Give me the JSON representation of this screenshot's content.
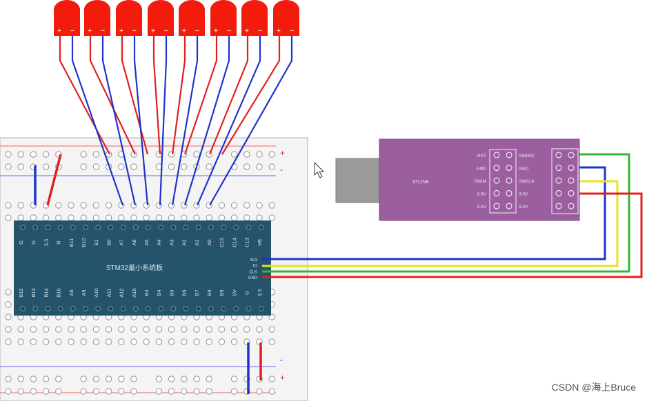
{
  "leds": {
    "count": 8,
    "color": "#f21b0c",
    "plus": "+",
    "minus": "−"
  },
  "breadboard": {
    "rail_plus": "+",
    "rail_minus": "-"
  },
  "stm32": {
    "title": "STM32最小系统板",
    "top_pins": [
      "G",
      "G",
      "3.3",
      "R",
      "B11",
      "B10",
      "B1",
      "B0",
      "A7",
      "A6",
      "A5",
      "A4",
      "A3",
      "A2",
      "A1",
      "A0",
      "C15",
      "C14",
      "C13",
      "VB"
    ],
    "bottom_pins": [
      "B12",
      "B13",
      "B14",
      "B15",
      "A8",
      "A9",
      "A10",
      "A11",
      "A12",
      "A15",
      "B3",
      "B4",
      "B5",
      "B6",
      "B7",
      "B8",
      "B9",
      "5V",
      "G",
      "3.3"
    ],
    "side_pins": [
      "3V3",
      "IO",
      "CLK",
      "GND"
    ],
    "color": "#24536b"
  },
  "stlink": {
    "label": "STLINK",
    "left_pins": [
      "RST",
      "GND",
      "SWIM",
      "3.3V",
      "5.0V"
    ],
    "right_pins": [
      "SWDIO",
      "GND",
      "SWCLK",
      "3.3V",
      "5.0V"
    ],
    "color": "#9b5fa0"
  },
  "watermark": "CSDN @海上Bruce"
}
